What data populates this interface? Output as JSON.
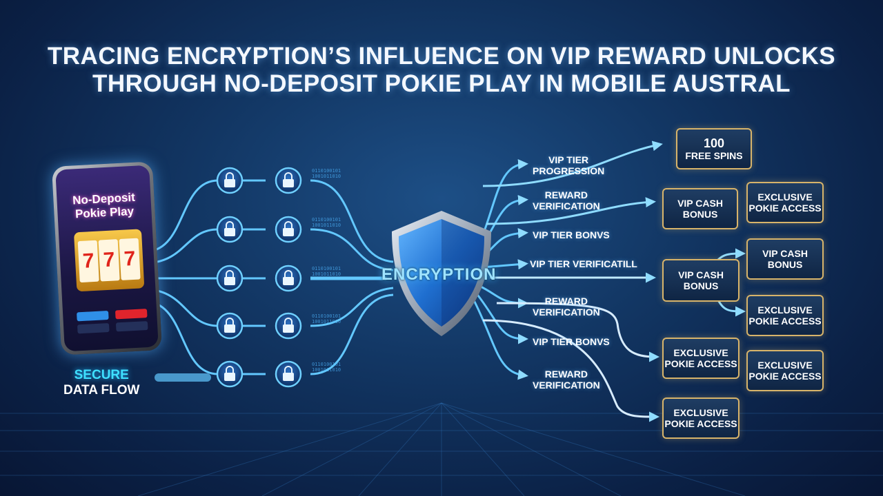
{
  "title": {
    "line1": "Tracing Encryption’s Influence on VIP Reward Unlocks",
    "line2": "Through No-Deposit Pokie Play in Mobile Austral"
  },
  "phone": {
    "title_line1": "No-Deposit",
    "title_line2": "Pokie Play",
    "reels": [
      "7",
      "7",
      "7"
    ]
  },
  "secure_flow": {
    "line1": "SECURE",
    "line2": "DATA FLOW"
  },
  "center": {
    "label": "ENCRYPTION"
  },
  "flow_labels": [
    {
      "line1": "VIP TIER",
      "line2": "PROGRESSION"
    },
    {
      "line1": "REWARD",
      "line2": "VERIFICATION"
    },
    {
      "line1": "VIP TIER BONVS",
      "line2": ""
    },
    {
      "line1": "VIP TIER VERIFICATILL",
      "line2": ""
    },
    {
      "line1": "REWARD",
      "line2": "VERIFICATION"
    },
    {
      "line1": "VIP TIER BONVS",
      "line2": ""
    },
    {
      "line1": "REWARD",
      "line2": "VERIFICATION"
    }
  ],
  "rewards": [
    {
      "line1": "100",
      "line2": "FREE SPINS"
    },
    {
      "line1": "VIP CASH",
      "line2": "BONUS"
    },
    {
      "line1": "EXCLUSIVE",
      "line2": "POKIE ACCESS"
    },
    {
      "line1": "VIP CASH",
      "line2": "BONUS"
    },
    {
      "line1": "VIP CASH",
      "line2": "BONUS"
    },
    {
      "line1": "EXCLUSIVE",
      "line2": "POKIE ACCESS"
    },
    {
      "line1": "EXCLUSIVE",
      "line2": "POKIE ACCESS"
    },
    {
      "line1": "EXCLUSIVE",
      "line2": "POKIE ACCESS"
    },
    {
      "line1": "EXCLUSIVE",
      "line2": "POKIE ACCESS"
    }
  ],
  "colors": {
    "line": "#63c8ff",
    "gold": "#d8b46a",
    "shield": "#2f8fe8"
  }
}
